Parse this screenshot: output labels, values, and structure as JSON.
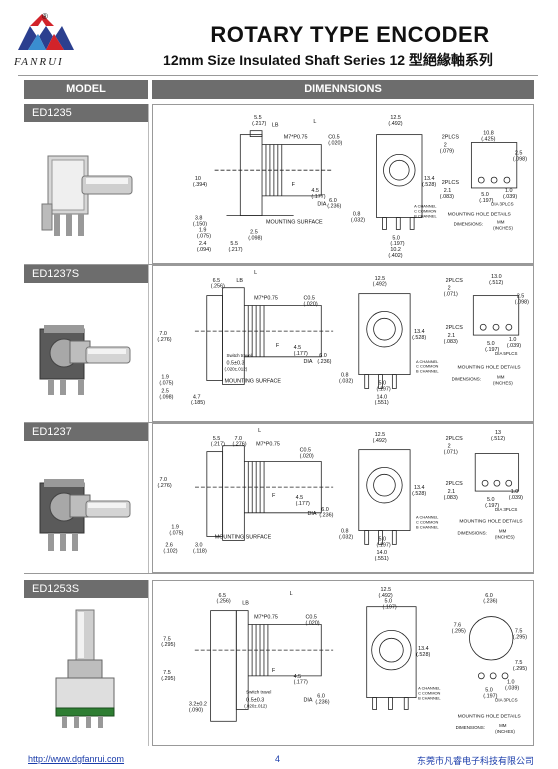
{
  "brand": {
    "name": "FANRUI",
    "registered_mark": "®"
  },
  "title": "ROTARY TYPE ENCODER",
  "subtitle": "12mm Size Insulated Shaft Series 12 型絕緣軸系列",
  "columns": {
    "model": "MODEL",
    "dimensions": "DIMENNSIONS"
  },
  "rows": [
    {
      "model": "ED1235",
      "labels": {
        "thread": "M7*P0.75",
        "c": "C0.5",
        "c_inch": "(.020)",
        "l": "L",
        "f": "F",
        "lb": "LB",
        "dim_55": "5.5",
        "dim_55_in": "(.217)",
        "dim_10": "10",
        "dim_10_in": "(.394)",
        "dim_45": "4.5",
        "dim_45_in": "(.177)",
        "dia": "DIA",
        "dia_6": "6.0",
        "dia_6_in": "(.236)",
        "dim_38": "3.8",
        "dim_38_in": "(.150)",
        "dim_19": "1.9",
        "dim_19_in": "(.075)",
        "dim_24": "2.4",
        "dim_24_in": "(.094)",
        "dim_55b": "5.5",
        "dim_55b_in": "(.217)",
        "dim_25": "2.5",
        "dim_25_in": "(.098)",
        "mount": "MOUNTING SURFACE",
        "w_125": "12.5",
        "w_125_in": "(.492)",
        "h_134": "13.4",
        "h_134_in": "(.528)",
        "dim_08": "0.8",
        "dim_08_in": "(.032)",
        "dim_50": "5.0",
        "dim_50_in": "(.197)",
        "dim_102": "10.2",
        "dim_102_in": "(.402)",
        "ch_a": "A CHANNEL",
        "ch_c": "C COMMON",
        "ch_b": "B CHANNEL",
        "plcs2": "2PLCS",
        "hole_2": "2",
        "hole_2_in": "(.079)",
        "plcs2b": "2PLCS",
        "hole_21": "2.1",
        "hole_21_in": "(.083)",
        "hole_108": "10.8",
        "hole_108_in": "(.425)",
        "hole_25": "2.5",
        "hole_25_in": "(.098)",
        "hole_50": "5.0",
        "hole_50_in": "(.197)",
        "hole_10": "1.0",
        "hole_10_in": "(.039)",
        "dia3plcs": "DIA 3PLCS",
        "mhd": "MOUNTING HOLE DETAILS",
        "dims": "DIMENSIONS:",
        "mm": "MM",
        "inches": "(INCHES)"
      }
    },
    {
      "model": "ED1237S",
      "labels": {
        "thread": "M7*P0.75",
        "c": "C0.5",
        "c_inch": "(.020)",
        "l": "L",
        "f": "F",
        "lb": "LB",
        "dim_65": "6.5",
        "dim_65_in": "(.256)",
        "dim_70": "7.0",
        "dim_70_in": "(.276)",
        "dim_45": "4.5",
        "dim_45_in": "(.177)",
        "switch": "Switch travel",
        "sw_val": "0.5±0.3",
        "sw_in": "(.020±.012)",
        "dia": "DIA",
        "dia_6": "6.0",
        "dia_6_in": "(.236)",
        "dim_19": "1.9",
        "dim_19_in": "(.075)",
        "dim_25": "2.5",
        "dim_25_in": "(.098)",
        "dim_47": "4.7",
        "dim_47_in": "(.185)",
        "mount": "MOUNTING SURFACE",
        "w_125": "12.5",
        "w_125_in": "(.492)",
        "h_134": "13.4",
        "h_134_in": "(.528)",
        "dim_08": "0.8",
        "dim_08_in": "(.032)",
        "dim_50": "5.0",
        "dim_50_in": "(.197)",
        "dim_140": "14.0",
        "dim_140_in": "(.551)",
        "ch_a": "A CHANNEL",
        "ch_c": "C COMMON",
        "ch_b": "B CHANNEL",
        "plcs2": "2PLCS",
        "hole_2": "2",
        "hole_2_in": "(.071)",
        "plcs2b": "2PLCS",
        "hole_21": "2.1",
        "hole_21_in": "(.083)",
        "hole_130": "13.0",
        "hole_130_in": "(.512)",
        "hole_25": "2.5",
        "hole_25_in": "(.098)",
        "hole_50": "5.0",
        "hole_50_in": "(.197)",
        "hole_10": "1.0",
        "hole_10_in": "(.039)",
        "dia5plcs": "DIA 5PLCS",
        "mhd": "MOUNTING HOLE DETAILS",
        "dims": "DIMENSIONS:",
        "mm": "MM",
        "inches": "(INCHES)"
      }
    },
    {
      "model": "ED1237",
      "labels": {
        "thread": "M7*P0.75",
        "c": "C0.5",
        "c_inch": "(.020)",
        "l": "L",
        "f": "F",
        "dim_55": "5.5",
        "dim_55_in": "(.217)",
        "dim_70": "7.0",
        "dim_70_in": "(.276)",
        "dim_70b": "7.0",
        "dim_70b_in": "(.276)",
        "dim_45": "4.5",
        "dim_45_in": "(.177)",
        "dia": "DIA",
        "dia_6": "6.0",
        "dia_6_in": "(.236)",
        "dim_19": "1.9",
        "dim_19_in": "(.075)",
        "dim_26": "2.6",
        "dim_26_in": "(.102)",
        "dim_30": "3.0",
        "dim_30_in": "(.118)",
        "mount": "MOUNTING SURFACE",
        "w_125": "12.5",
        "w_125_in": "(.492)",
        "h_134": "13.4",
        "h_134_in": "(.528)",
        "dim_08": "0.8",
        "dim_08_in": "(.032)",
        "dim_50": "5.0",
        "dim_50_in": "(.197)",
        "dim_140": "14.0",
        "dim_140_in": "(.551)",
        "ch_a": "A CHANNEL",
        "ch_c": "C COMMON",
        "ch_b": "B CHANNEL",
        "plcs2": "2PLCS",
        "hole_2": "2",
        "hole_2_in": "(.071)",
        "plcs2b": "2PLCS",
        "hole_21": "2.1",
        "hole_21_in": "(.083)",
        "hole_13": "13",
        "hole_13_in": "(.512)",
        "hole_50": "5.0",
        "hole_50_in": "(.197)",
        "hole_10": "1.0",
        "hole_10_in": "(.039)",
        "dia3plcs": "DIA 3PLCS",
        "mhd": "MOUNTING HOLE DETAILS",
        "dims": "DIMENSIONS:",
        "mm": "MM",
        "inches": "(INCHES)"
      }
    },
    {
      "model": "ED1253S",
      "labels": {
        "thread": "M7*P0.75",
        "c": "C0.5",
        "c_inch": "(.020)",
        "l": "L",
        "f": "F",
        "lb": "LB",
        "dim_65": "6.5",
        "dim_65_in": "(.256)",
        "dim_75": "7.5",
        "dim_75_in": "(.295)",
        "dim_75b": "7.5",
        "dim_75b_in": "(.295)",
        "dim_45": "4.5",
        "dim_45_in": "(.177)",
        "switch": "Switch travel",
        "sw_val": "0.5±0.3",
        "sw_in": "(.020±.012)",
        "dia": "DIA",
        "dia_6": "6.0",
        "dia_6_in": "(.236)",
        "dim_32": "3.2±0.2",
        "dim_32_in": "(.090)",
        "w_125": "12.5",
        "w_125_in": "(.492)",
        "w_50": "5.0",
        "w_50_in": "(.197)",
        "h_134": "13.4",
        "h_134_in": "(.528)",
        "d_76": "7.6",
        "d_76_in": "(.295)",
        "ch_a": "A CHANNEL",
        "ch_c": "C COMMON",
        "ch_b": "B CHANNEL",
        "hole_60": "6.0",
        "hole_60_in": "(.236)",
        "hole_75": "7.5",
        "hole_75_in": "(.295)",
        "hole_75b": "7.5",
        "hole_75b_in": "(.295)",
        "hole_50": "5.0",
        "hole_50_in": "(.197)",
        "hole_10": "1.0",
        "hole_10_in": "(.039)",
        "dia3plcs": "DIA 3PLCS",
        "mhd": "MOUNTING HOLE DETAILS",
        "dims": "DIMENSIONS:",
        "mm": "MM",
        "inches": "(INCHES)"
      }
    }
  ],
  "footer": {
    "url": "http://www.dgfanrui.com",
    "page": "4",
    "company": "东莞市凡睿电子科技有限公司"
  },
  "colors": {
    "header_bar": "#6d6d6d",
    "logo_red": "#d2232a",
    "logo_blue": "#2b3f8f",
    "logo_lightblue": "#3a8ed0",
    "pcb_green": "#2e7d32"
  }
}
